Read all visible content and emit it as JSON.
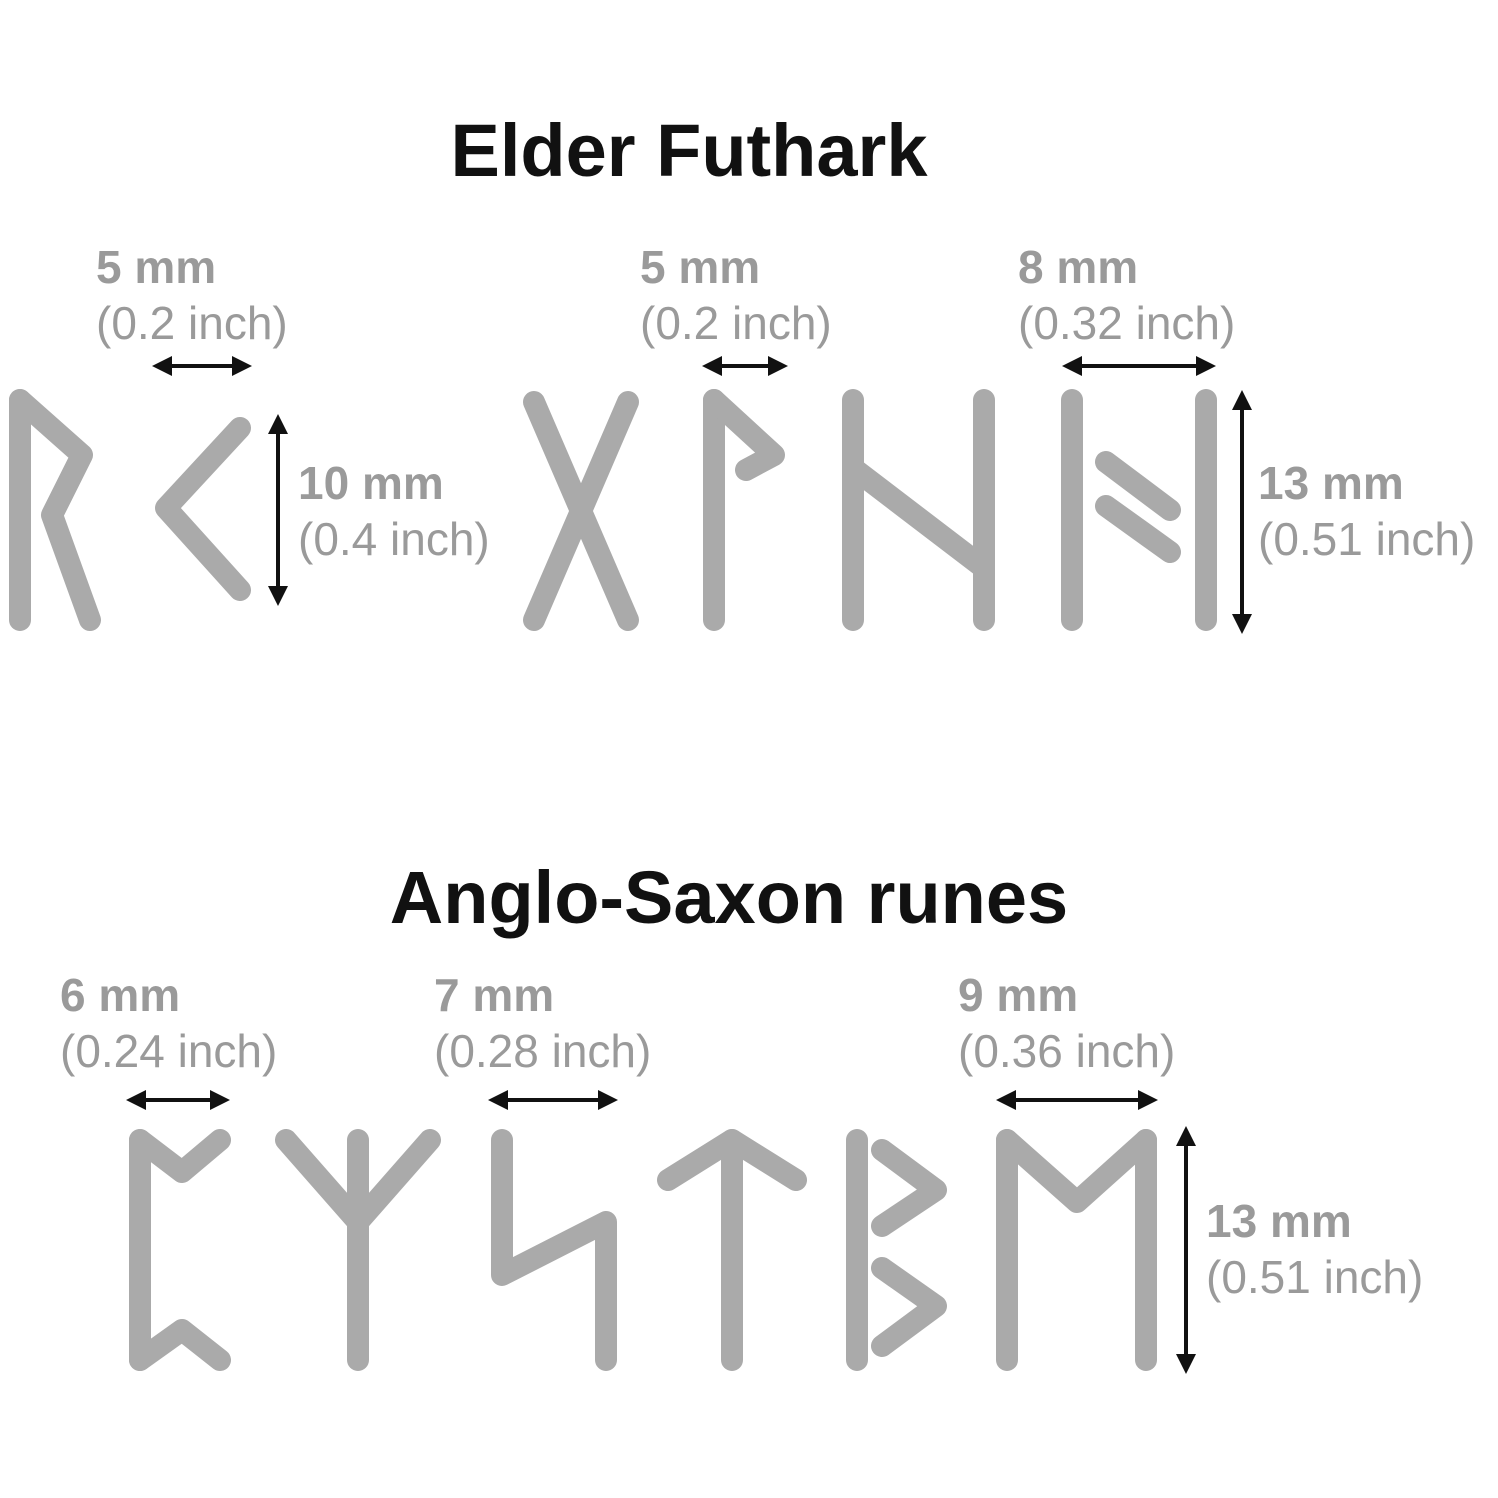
{
  "colors": {
    "rune": "#aaaaaa",
    "dimension_text": "#9a9a9a",
    "arrow": "#111111",
    "title": "#111111"
  },
  "elder_futhark": {
    "title": "Elder Futhark",
    "runes": [
      "raido-rune",
      "kaunan-rune",
      "gebo-rune",
      "wunjo-rune",
      "hagalaz-rune",
      "hagalaz-variant-rune"
    ],
    "dims": [
      {
        "mm": "5 mm",
        "inch": "(0.2 inch)"
      },
      {
        "mm": "10 mm",
        "inch": "(0.4 inch)"
      },
      {
        "mm": "5 mm",
        "inch": "(0.2 inch)"
      },
      {
        "mm": "8 mm",
        "inch": "(0.32 inch)"
      },
      {
        "mm": "13 mm",
        "inch": "(0.51 inch)"
      }
    ]
  },
  "anglo_saxon": {
    "title": "Anglo-Saxon runes",
    "runes": [
      "peorth-rune",
      "eolh-rune",
      "sigel-rune",
      "tiw-rune",
      "beorc-rune",
      "eoh-rune"
    ],
    "dims": [
      {
        "mm": "6 mm",
        "inch": "(0.24 inch)"
      },
      {
        "mm": "7 mm",
        "inch": "(0.28 inch)"
      },
      {
        "mm": "9 mm",
        "inch": "(0.36 inch)"
      },
      {
        "mm": "13 mm",
        "inch": "(0.51 inch)"
      }
    ]
  }
}
